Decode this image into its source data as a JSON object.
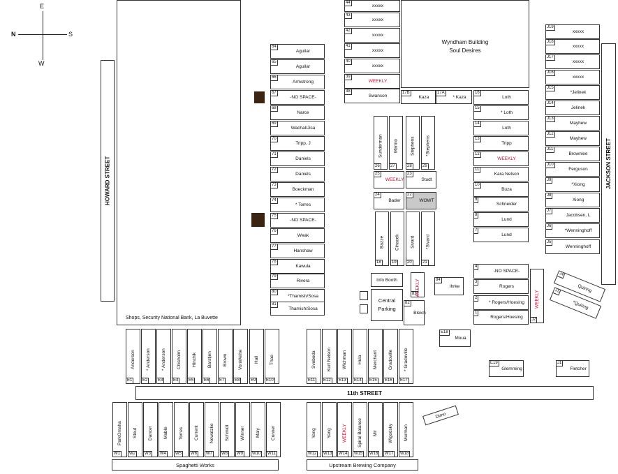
{
  "compass": {
    "north": "N",
    "east": "E",
    "south": "S",
    "west": "W"
  },
  "streets": {
    "howard": "HOWARD STREET",
    "jackson": "JACKSON STREET",
    "eleventh": "11th STREET"
  },
  "buildings": {
    "wyndham": [
      "Wyndham Building",
      "Soul Desires"
    ],
    "shops": "Shops, Security National Bank, La Buvette",
    "info_booth": "Info Booth",
    "central_parking": "Central Parking",
    "spaghetti_works": "Spaghetti Works",
    "upstream": "Upstream Brewing Company",
    "dimo": "Dimo"
  },
  "colors": {
    "weekly": "#c8102e",
    "stall_outline": "#333333",
    "reserved_block": "#3b2412",
    "highlight": "#c9c9c9"
  },
  "column1": [
    {
      "num": "64",
      "name": "Aguilar"
    },
    {
      "num": "65",
      "name": "Aguilar"
    },
    {
      "num": "66",
      "name": "Armstrong"
    },
    {
      "num": "67",
      "name": "-NO SPACE-"
    },
    {
      "num": "68",
      "name": "Narce"
    },
    {
      "num": "69",
      "name": "Wachal/Jisa"
    },
    {
      "num": "70",
      "name": "Tripp, J"
    },
    {
      "num": "71",
      "name": "Daniels"
    },
    {
      "num": "72",
      "name": "Daniels"
    },
    {
      "num": "73",
      "name": "Boeckman"
    },
    {
      "num": "74",
      "name": "* Torres"
    },
    {
      "num": "75",
      "name": "-NO SPACE-"
    },
    {
      "num": "76",
      "name": "Weak"
    },
    {
      "num": "77",
      "name": "Hanshaw"
    },
    {
      "num": "78",
      "name": "Kawula"
    },
    {
      "num": "79",
      "name": "Rivera"
    },
    {
      "num": "80",
      "name": "*Thamish/Sosa"
    },
    {
      "num": "81",
      "name": "Thamish/Sosa"
    }
  ],
  "column2": [
    {
      "num": "44",
      "name": "xxxxx"
    },
    {
      "num": "43",
      "name": "xxxxx"
    },
    {
      "num": "42",
      "name": "xxxxx"
    },
    {
      "num": "41",
      "name": "xxxxx"
    },
    {
      "num": "40",
      "name": "xxxxx"
    },
    {
      "num": "39",
      "name": "WEEKLY"
    },
    {
      "num": "38",
      "name": "Swanson"
    }
  ],
  "row17": [
    {
      "num": "17B",
      "name": "Kaza"
    },
    {
      "num": "17A",
      "name": "* Kaza"
    }
  ],
  "column3": [
    {
      "num": "16",
      "name": "Loth"
    },
    {
      "num": "15",
      "name": "* Loth"
    },
    {
      "num": "14",
      "name": "Loth"
    },
    {
      "num": "13",
      "name": "Tripp"
    },
    {
      "num": "12",
      "name": "WEEKLY"
    },
    {
      "num": "11",
      "name": "Kara Nelson"
    },
    {
      "num": "10",
      "name": "Buza"
    },
    {
      "num": "9",
      "name": "Schneider"
    },
    {
      "num": "8",
      "name": "Lund"
    },
    {
      "num": "7",
      "name": "Lund"
    }
  ],
  "column4": [
    {
      "num": "J19",
      "name": "xxxxx"
    },
    {
      "num": "J18",
      "name": "xxxxx"
    },
    {
      "num": "J17",
      "name": "xxxxx"
    },
    {
      "num": "J16",
      "name": "xxxxx"
    },
    {
      "num": "J15",
      "name": "*Jelinek"
    },
    {
      "num": "J14",
      "name": "Jelinek"
    },
    {
      "num": "J13",
      "name": "Mayhew"
    },
    {
      "num": "J12",
      "name": "Mayhew"
    },
    {
      "num": "J11",
      "name": "Brownlee"
    },
    {
      "num": "J10",
      "name": "Ferguson"
    },
    {
      "num": "J9",
      "name": "*Xiong"
    },
    {
      "num": "J8",
      "name": "Xiong"
    },
    {
      "num": "J7",
      "name": "Jacobsen, L"
    },
    {
      "num": "J6",
      "name": "*Wenninghoff"
    },
    {
      "num": "J5",
      "name": "Wenninghoff"
    }
  ],
  "center_top": [
    {
      "num": "26",
      "name": "Sunderman"
    },
    {
      "num": "27",
      "name": "Marino"
    },
    {
      "num": "28",
      "name": "Stephens"
    },
    {
      "num": "29",
      "name": "*Stephens"
    }
  ],
  "center_mid": [
    {
      "num": "25",
      "name": "WEEKLY"
    },
    {
      "num": "23",
      "name": "Studt"
    },
    {
      "num": "24",
      "name": "Bader"
    },
    {
      "num": "22",
      "name": "WOWT"
    }
  ],
  "center_bottom": [
    {
      "num": "18",
      "name": "Bazze"
    },
    {
      "num": "19",
      "name": "Cihacek"
    },
    {
      "num": "20",
      "name": "Sivard"
    },
    {
      "num": "21",
      "name": "*Sivard"
    }
  ],
  "booths": [
    {
      "num": "83",
      "name": "WEEKLY"
    },
    {
      "num": "82",
      "name": "Bleich"
    },
    {
      "num": "84",
      "name": "Ihrke"
    },
    {
      "num": "E18",
      "name": "Moua"
    },
    {
      "num": "E19",
      "name": "Glemming"
    },
    {
      "num": "J1",
      "name": "Fletcher"
    }
  ],
  "column5": [
    {
      "num": "4",
      "name": "-NO SPACE-"
    },
    {
      "num": "3",
      "name": "Rogers"
    },
    {
      "num": "2",
      "name": "* Rogers/Hoesing"
    },
    {
      "num": "1",
      "name": "Rogers/Hoesing"
    }
  ],
  "j2": {
    "num": "J2",
    "name": "WEEKLY"
  },
  "quiring": [
    {
      "num": "J4",
      "name": "Quiring"
    },
    {
      "num": "J3",
      "name": "*Quiring"
    }
  ],
  "e_row_left": [
    {
      "num": "E1",
      "name": "Anderson"
    },
    {
      "num": "E2",
      "name": "* Anderson"
    },
    {
      "num": "E3",
      "name": "* Anderson"
    },
    {
      "num": "E4",
      "name": "Chisholm"
    },
    {
      "num": "E5",
      "name": "Hinchik"
    },
    {
      "num": "E6",
      "name": "Barstjen"
    },
    {
      "num": "E7",
      "name": "Brown"
    },
    {
      "num": "E8",
      "name": "VonWeihe"
    },
    {
      "num": "E9",
      "name": "Hall"
    },
    {
      "num": "E10",
      "name": "Thao"
    }
  ],
  "e_row_right": [
    {
      "num": "E11",
      "name": "Svoboda"
    },
    {
      "num": "E12",
      "name": "Kurt Nelson"
    },
    {
      "num": "E13",
      "name": "Wichman"
    },
    {
      "num": "E14",
      "name": "Hula"
    },
    {
      "num": "E15",
      "name": "Merchant"
    },
    {
      "num": "E16",
      "name": "Gradoville"
    },
    {
      "num": "E17",
      "name": "* Gradoville"
    }
  ],
  "w_row_left": [
    {
      "num": "W1",
      "name": "ParkOmaha"
    },
    {
      "num": "W2",
      "name": "Stout"
    },
    {
      "num": "W3",
      "name": "Dancer"
    },
    {
      "num": "W4",
      "name": "Mable"
    },
    {
      "num": "W5",
      "name": "Torres"
    },
    {
      "num": "W6",
      "name": "Current"
    },
    {
      "num": "W7",
      "name": "Nowatzke"
    },
    {
      "num": "W8",
      "name": "Schmidt"
    },
    {
      "num": "W9",
      "name": "Winner"
    },
    {
      "num": "W10",
      "name": "Maly"
    },
    {
      "num": "W11",
      "name": "Conner"
    }
  ],
  "w_row_right": [
    {
      "num": "W12",
      "name": "Yang"
    },
    {
      "num": "W13",
      "name": "Yang"
    },
    {
      "num": "W14",
      "name": "WEEKLY"
    },
    {
      "num": "W15",
      "name": "Spiral Balance"
    },
    {
      "num": "W16",
      "name": "Mir"
    },
    {
      "num": "W17",
      "name": "Wigodsky"
    },
    {
      "num": "W18",
      "name": "Murman"
    }
  ]
}
